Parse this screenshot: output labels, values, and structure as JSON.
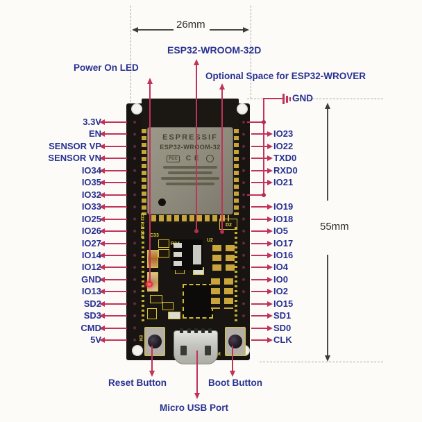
{
  "diagram": {
    "module_label": "ESP32-WROOM-32D",
    "power_led_label": "Power On LED",
    "optional_label": "Optional Space for ESP32-WROVER",
    "gnd_label": "GND",
    "reset_label": "Reset Button",
    "boot_label": "Boot Button",
    "usb_label": "Micro USB Port",
    "width_dim": "26mm",
    "height_dim": "55mm"
  },
  "left_pins": [
    "3.3V",
    "EN",
    "SENSOR VP",
    "SENSOR VN",
    "IO34",
    "IO35",
    "IO32",
    "IO33",
    "IO25",
    "IO26",
    "IO27",
    "IO14",
    "IO12",
    "GND",
    "IO13",
    "SD2",
    "SD3",
    "CMD",
    "5V"
  ],
  "right_pins": [
    "IO23",
    "IO22",
    "TXD0",
    "RXD0",
    "IO21",
    "IO19",
    "IO18",
    "IO5",
    "IO17",
    "IO16",
    "IO4",
    "IO0",
    "IO2",
    "IO15",
    "SD1",
    "SD0",
    "CLK"
  ],
  "module": {
    "brand": "ESPRESSIF",
    "model": "ESP32-WROOM-32",
    "ce_mark": "C E",
    "fcc_mark": "FCC"
  },
  "silkscreen": {
    "c33": "C33",
    "r24": "R24",
    "u2": "U2",
    "d2": "D2",
    "boot": "Boot",
    "en": "EN",
    "edge_refs": "C22 R11 C30"
  },
  "colors": {
    "label_blue": "#283191",
    "arrow_red": "#c13258",
    "silk_yellow": "#e3cc3a",
    "board_black": "#171411"
  }
}
